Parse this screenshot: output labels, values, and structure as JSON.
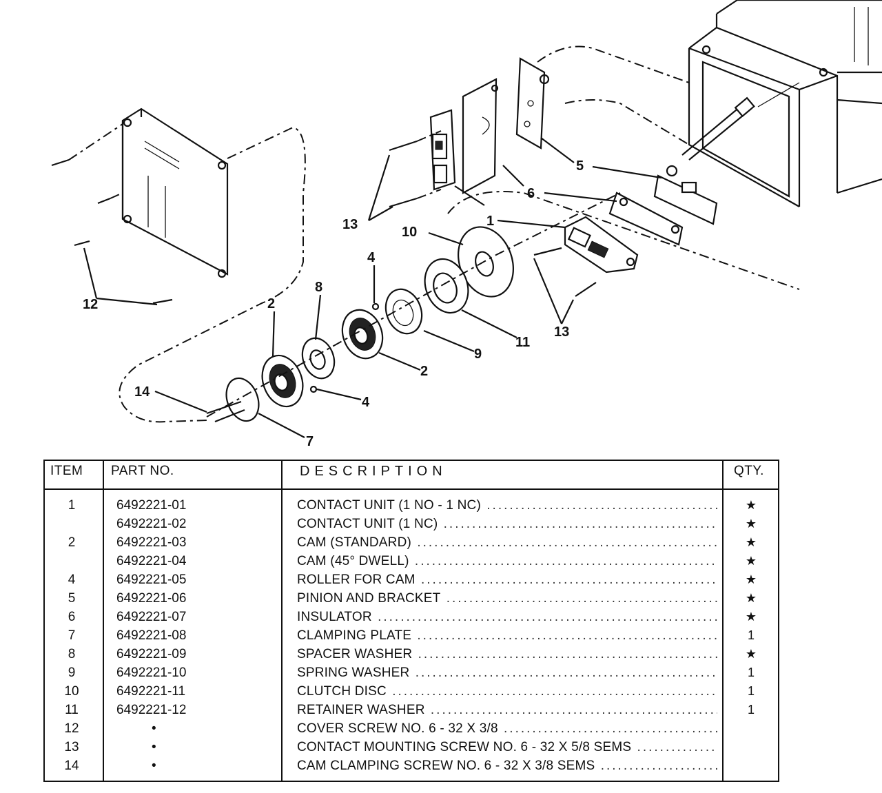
{
  "diagram": {
    "callouts": [
      "1",
      "2",
      "4",
      "5",
      "6",
      "7",
      "8",
      "9",
      "10",
      "11",
      "12",
      "13",
      "14"
    ]
  },
  "table": {
    "headers": {
      "item": "ITEM",
      "part_no": "PART NO.",
      "description": "DESCRIPTION",
      "qty": "QTY."
    },
    "rows": [
      {
        "item": "1",
        "part": "6492221-01",
        "desc": "CONTACT UNIT (1 NO - 1 NC)",
        "qty": "★"
      },
      {
        "item": "",
        "part": "6492221-02",
        "desc": "CONTACT UNIT (1 NC)",
        "qty": "★"
      },
      {
        "item": "2",
        "part": "6492221-03",
        "desc": "CAM (STANDARD)",
        "qty": "★"
      },
      {
        "item": "",
        "part": "6492221-04",
        "desc": "CAM (45° DWELL)",
        "qty": "★"
      },
      {
        "item": "4",
        "part": "6492221-05",
        "desc": "ROLLER FOR CAM",
        "qty": "★"
      },
      {
        "item": "5",
        "part": "6492221-06",
        "desc": "PINION AND BRACKET",
        "qty": "★"
      },
      {
        "item": "6",
        "part": "6492221-07",
        "desc": "INSULATOR",
        "qty": "★"
      },
      {
        "item": "7",
        "part": "6492221-08",
        "desc": "CLAMPING  PLATE",
        "qty": "1"
      },
      {
        "item": "8",
        "part": "6492221-09",
        "desc": "SPACER WASHER",
        "qty": "★"
      },
      {
        "item": "9",
        "part": "6492221-10",
        "desc": "SPRING WASHER",
        "qty": "1"
      },
      {
        "item": "10",
        "part": "6492221-11",
        "desc": "CLUTCH DISC",
        "qty": "1"
      },
      {
        "item": "11",
        "part": "6492221-12",
        "desc": "RETAINER WASHER",
        "qty": "1"
      },
      {
        "item": "12",
        "part": "•",
        "desc": "COVER SCREW NO. 6 - 32 X 3/8",
        "qty": ""
      },
      {
        "item": "13",
        "part": "•",
        "desc": "CONTACT MOUNTING SCREW NO. 6 - 32 X 5/8 SEMS",
        "qty": ""
      },
      {
        "item": "14",
        "part": "•",
        "desc": "CAM CLAMPING SCREW NO. 6 - 32 X 3/8 SEMS",
        "qty": ""
      }
    ]
  }
}
